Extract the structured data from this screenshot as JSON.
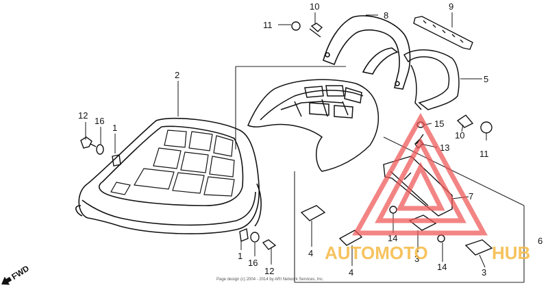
{
  "diagram": {
    "callouts": {
      "c1_left": "1",
      "c2": "2",
      "c11_top": "11",
      "c10_top": "10",
      "c8": "8",
      "c9": "9",
      "c5": "5",
      "c12_left": "12",
      "c16_left": "16",
      "c15": "15",
      "c13": "13",
      "c10_right": "10",
      "c11_right": "11",
      "c7": "7",
      "c4_a": "4",
      "c4_b": "4",
      "c14_a": "14",
      "c14_b": "14",
      "c3_a": "3",
      "c3_b": "3",
      "c6": "6",
      "c1_bottom": "1",
      "c16_bottom": "16",
      "c12_bottom": "12"
    },
    "fwd_label": "FWD",
    "copyright": "Page design (c) 2004 - 2014 by ARI Network Services, Inc."
  },
  "watermark": {
    "text_left": "AUTOMOTO",
    "text_right": "HUB",
    "colors": {
      "orange": "#f5b942",
      "red": "#ef5555"
    }
  }
}
